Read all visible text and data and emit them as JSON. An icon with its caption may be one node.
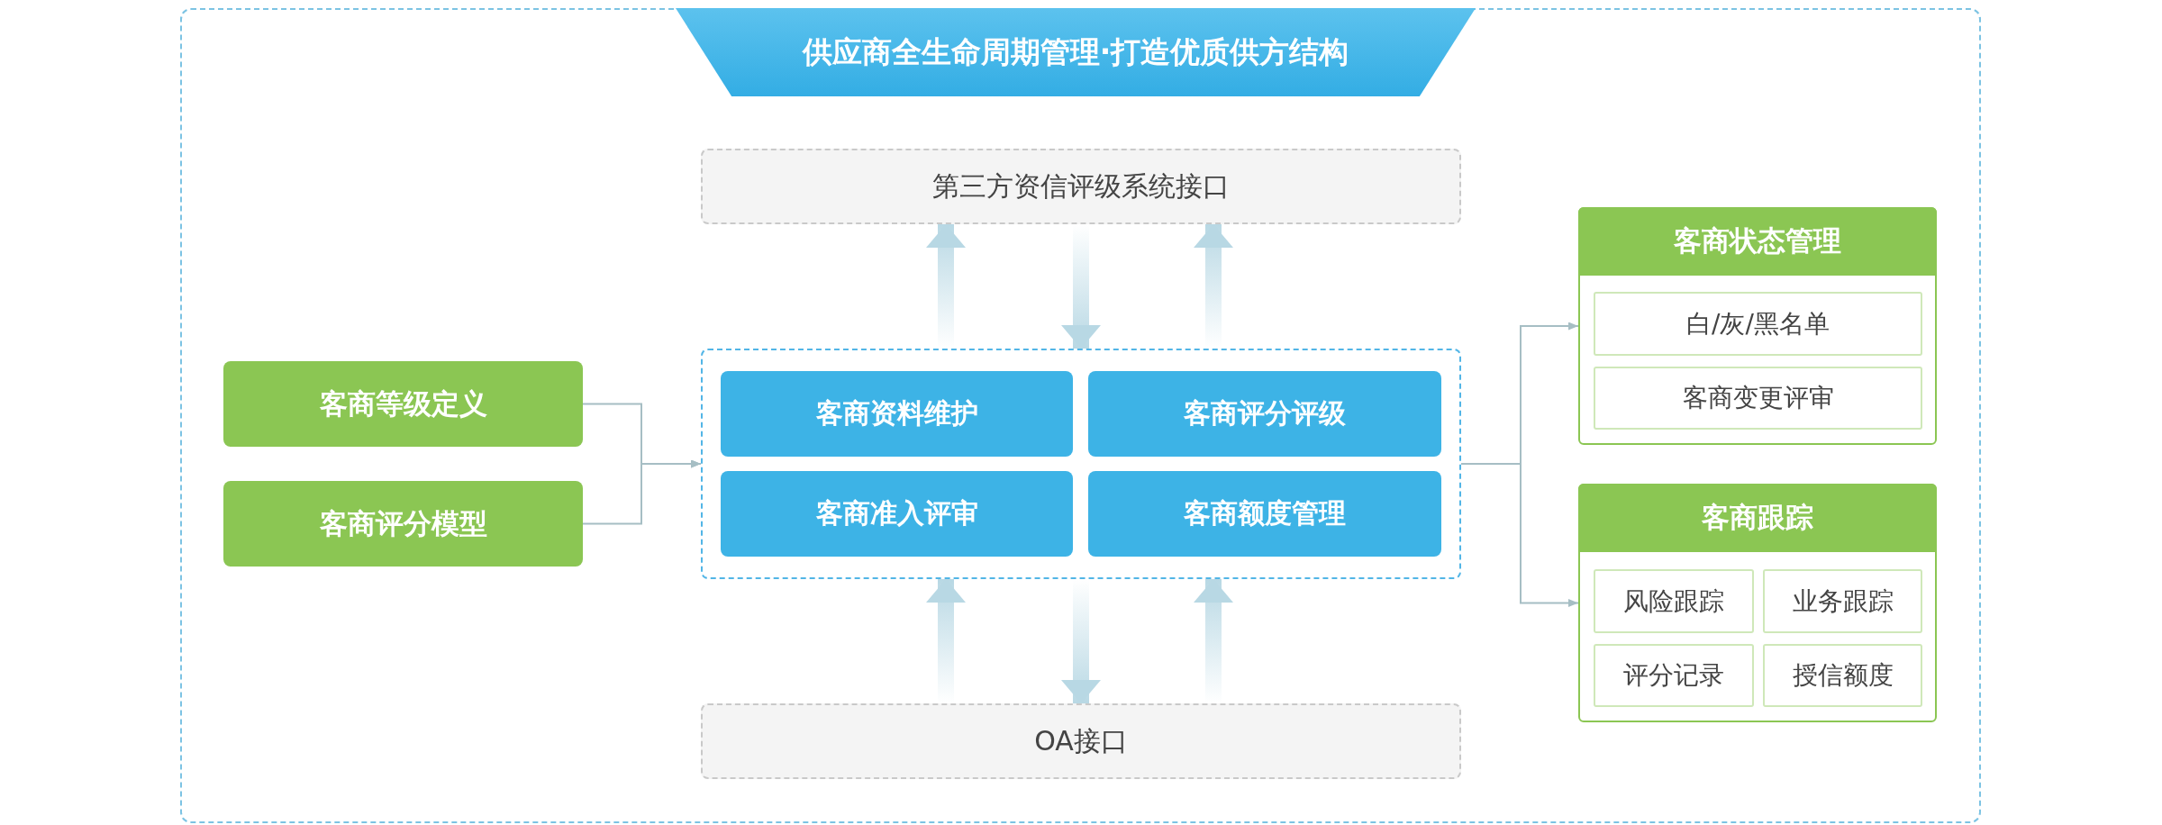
{
  "diagram": {
    "title": "供应商全生命周期管理·打造优质供方结构",
    "nodes": [
      {
        "text": [
          "第三方资信评级系统接口"
        ]
      },
      {
        "text": [
          "客商等级定义"
        ]
      },
      {
        "text": [
          "客商评分模型"
        ]
      },
      {
        "text": [],
        "shape": "box"
      },
      {
        "text": [
          "客商资料维护"
        ],
        "in": 3
      },
      {
        "text": [
          "客商评分评级"
        ],
        "in": 3
      },
      {
        "text": [
          "客商准入评审"
        ],
        "in": 3
      },
      {
        "text": [
          "客商额度管理"
        ],
        "in": 3
      },
      {
        "text": [
          "OA接口"
        ]
      },
      {
        "text": [
          "客商状态管理"
        ]
      },
      {
        "text": [
          "白/灰/黑名单"
        ],
        "in": 9
      },
      {
        "text": [
          "客商变更评审"
        ],
        "in": 9
      },
      {
        "text": [
          "客商跟踪"
        ]
      },
      {
        "text": [
          "风险跟踪"
        ],
        "in": 12
      },
      {
        "text": [
          "业务跟踪"
        ],
        "in": 12
      },
      {
        "text": [
          "评分记录"
        ],
        "in": 12
      },
      {
        "text": [
          "授信额度"
        ],
        "in": 12
      }
    ],
    "edges": [
      {
        "from": 3,
        "to": 0,
        "arrow": "to",
        "style": "thick",
        "color": "#b8d8e4"
      },
      {
        "from": 0,
        "to": 3,
        "arrow": "to",
        "style": "thick",
        "color": "#b8d8e4"
      },
      {
        "from": 3,
        "to": 0,
        "arrow": "to",
        "style": "thick",
        "color": "#b8d8e4"
      },
      {
        "from": 8,
        "to": 3,
        "arrow": "to",
        "style": "thick",
        "color": "#b8d8e4"
      },
      {
        "from": 3,
        "to": 8,
        "arrow": "to",
        "style": "thick",
        "color": "#b8d8e4"
      },
      {
        "from": 8,
        "to": 3,
        "arrow": "to",
        "style": "thick",
        "color": "#b8d8e4"
      },
      {
        "from": 1,
        "to": 3,
        "arrow": "to"
      },
      {
        "from": 2,
        "to": 3,
        "arrow": "to"
      },
      {
        "from": 3,
        "to": 9,
        "arrow": "to"
      },
      {
        "from": 3,
        "to": 12,
        "arrow": "to"
      }
    ]
  }
}
